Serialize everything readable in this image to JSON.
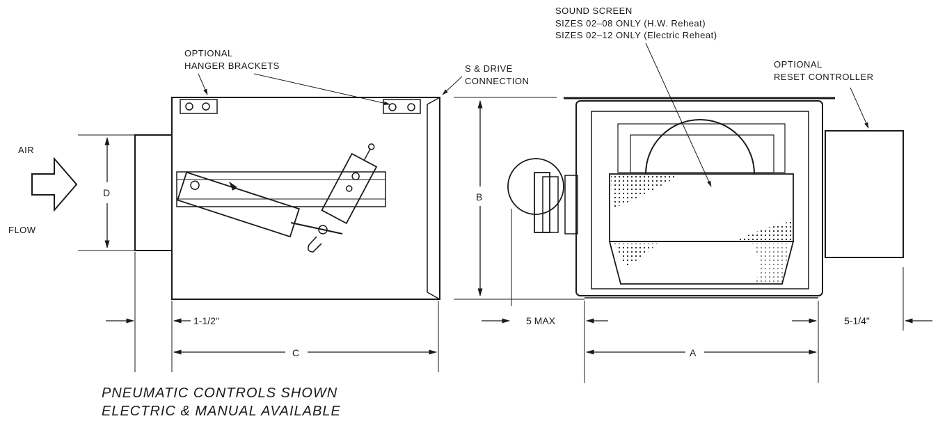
{
  "labels": {
    "air": "AIR",
    "flow": "FLOW",
    "hanger_line1": "OPTIONAL",
    "hanger_line2": "HANGER BRACKETS",
    "drive_line1": "S & DRIVE",
    "drive_line2": "CONNECTION",
    "screen_line1": "SOUND SCREEN",
    "screen_line2": "SIZES 02–08 ONLY (H.W. Reheat)",
    "screen_line3": "SIZES 02–12 ONLY (Electric Reheat)",
    "reset_line1": "OPTIONAL",
    "reset_line2": "RESET CONTROLLER",
    "controls_line1": "PNEUMATIC CONTROLS SHOWN",
    "controls_line2": "ELECTRIC & MANUAL AVAILABLE"
  },
  "dimensions": {
    "a": "A",
    "b": "B",
    "c": "C",
    "d": "D",
    "one_half": "1-1/2\"",
    "five_max": "5 MAX",
    "five_quarter": "5-1/4\""
  },
  "colors": {
    "ink": "#1a1a1a",
    "background": "#ffffff"
  }
}
